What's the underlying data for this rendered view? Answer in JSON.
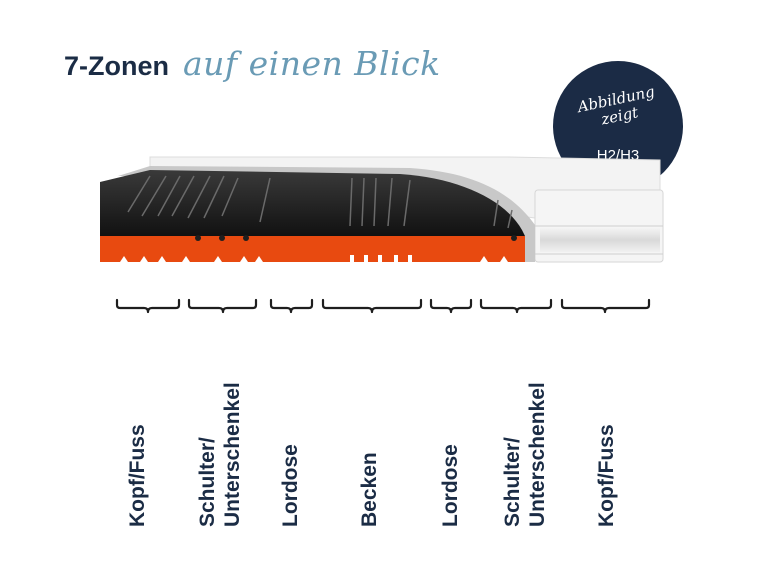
{
  "header": {
    "title_bold": "7-Zonen",
    "title_script": "auf einen Blick"
  },
  "badge": {
    "line1": "Abbildung",
    "line2": "zeigt",
    "value": "H2/H3"
  },
  "zones": [
    {
      "lines": [
        "Kopf/Fuss"
      ]
    },
    {
      "lines": [
        "Schulter/",
        "Unterschenkel"
      ]
    },
    {
      "lines": [
        "Lordose"
      ]
    },
    {
      "lines": [
        "Becken"
      ]
    },
    {
      "lines": [
        "Lordose"
      ]
    },
    {
      "lines": [
        "Schulter/",
        "Unterschenkel"
      ]
    },
    {
      "lines": [
        "Kopf/Fuss"
      ]
    }
  ],
  "colors": {
    "navy": "#1b2c45",
    "script_blue": "#6a9bb5",
    "core_black": "#1e1e1e",
    "base_orange": "#e84a10",
    "cover_white": "#f3f3f3"
  }
}
